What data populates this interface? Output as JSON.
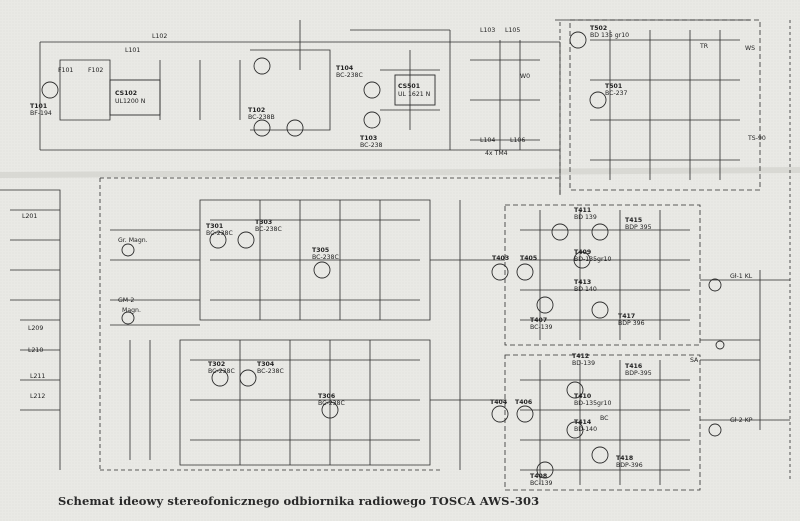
{
  "title": "Schemat ideowy stereofonicznego odbiornika radiowego TOSCA AWS-303",
  "components": {
    "transistors": [
      {
        "ref": "T101",
        "type": "BF-194"
      },
      {
        "ref": "T102",
        "type": "BC-238B"
      },
      {
        "ref": "T104",
        "type": "BC-238C"
      },
      {
        "ref": "T103",
        "type": "BC-238"
      },
      {
        "ref": "T502",
        "type": "BD 135 gr10"
      },
      {
        "ref": "T501",
        "type": "BC-237"
      },
      {
        "ref": "T301",
        "type": "BC-238C"
      },
      {
        "ref": "T303",
        "type": "BC-238C"
      },
      {
        "ref": "T305",
        "type": "BC-238C"
      },
      {
        "ref": "T302",
        "type": "BC-238C"
      },
      {
        "ref": "T304",
        "type": "BC-238C"
      },
      {
        "ref": "T306",
        "type": "BC-238C"
      },
      {
        "ref": "T411",
        "type": "BD 139"
      },
      {
        "ref": "T415",
        "type": "BDP 395"
      },
      {
        "ref": "T409",
        "type": "BD-135gr10"
      },
      {
        "ref": "T413",
        "type": "BD 140"
      },
      {
        "ref": "T417",
        "type": "BDP 396"
      },
      {
        "ref": "T412",
        "type": "BD-139"
      },
      {
        "ref": "T416",
        "type": "BDP-395"
      },
      {
        "ref": "T410",
        "type": "BD-135gr10"
      },
      {
        "ref": "T414",
        "type": "BD-140"
      },
      {
        "ref": "T418",
        "type": "BDP-396"
      },
      {
        "ref": "T403",
        "type": ""
      },
      {
        "ref": "T405",
        "type": ""
      },
      {
        "ref": "T407",
        "type": "BC-139"
      },
      {
        "ref": "T404",
        "type": ""
      },
      {
        "ref": "T406",
        "type": ""
      },
      {
        "ref": "T408",
        "type": "BC-139"
      }
    ],
    "ics": [
      {
        "ref": "CS102",
        "type": "UL1200 N"
      },
      {
        "ref": "CS501",
        "type": "UL 1621 N"
      }
    ],
    "misc_labels": [
      "F101",
      "F102",
      "L101",
      "L102",
      "L103",
      "L105",
      "L104",
      "L106",
      "L201",
      "L209",
      "L210",
      "L211",
      "L212",
      "Gr. Magn.",
      "GM-2",
      "Magn.",
      "TR",
      "WS",
      "TS-90",
      "Gł-1 KL",
      "Gł-2 KP",
      "W0",
      "SA",
      "BC",
      "4x TM4"
    ]
  }
}
